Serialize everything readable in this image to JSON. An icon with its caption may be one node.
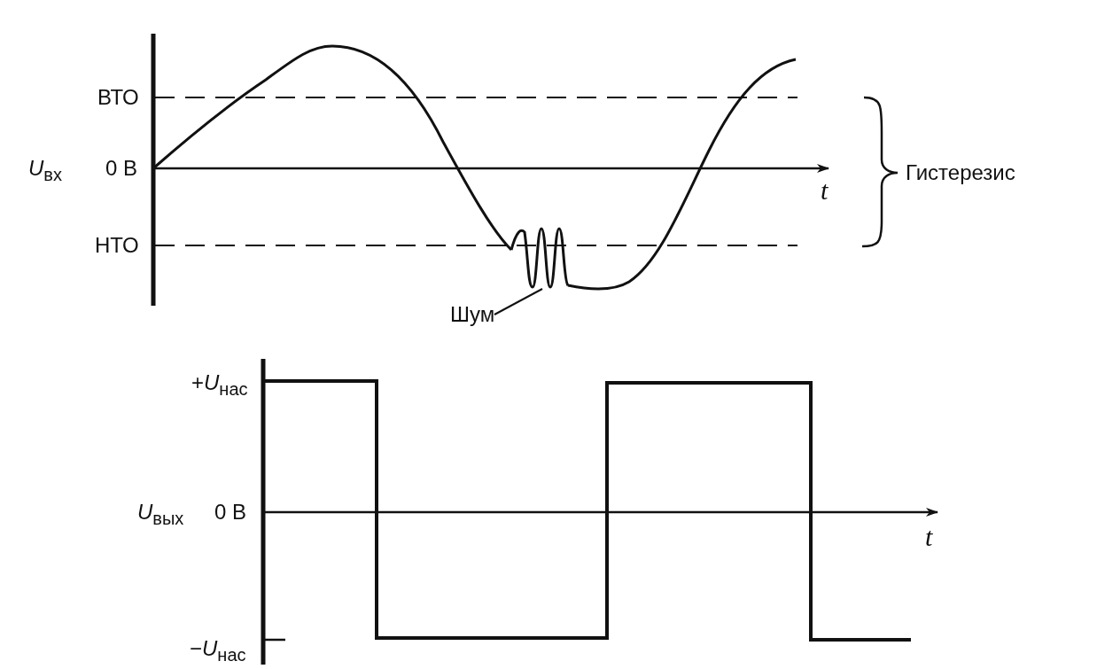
{
  "diagram": {
    "nodes": [
      {
        "text": [
          "Шум"
        ]
      },
      {
        "text": [],
        "shape": "curve"
      }
    ],
    "edges": [
      {
        "from": 0,
        "to": 1,
        "arrow": "none"
      }
    ],
    "labels": [
      "ВТО",
      "*U*$_{вх}$",
      "0 В",
      "Гистерезис",
      "t",
      "НТО",
      "+*U*$_{нас}$",
      "*U*$_{вых}$",
      "0 В",
      "t",
      "−*U*$_{нас}$"
    ]
  }
}
